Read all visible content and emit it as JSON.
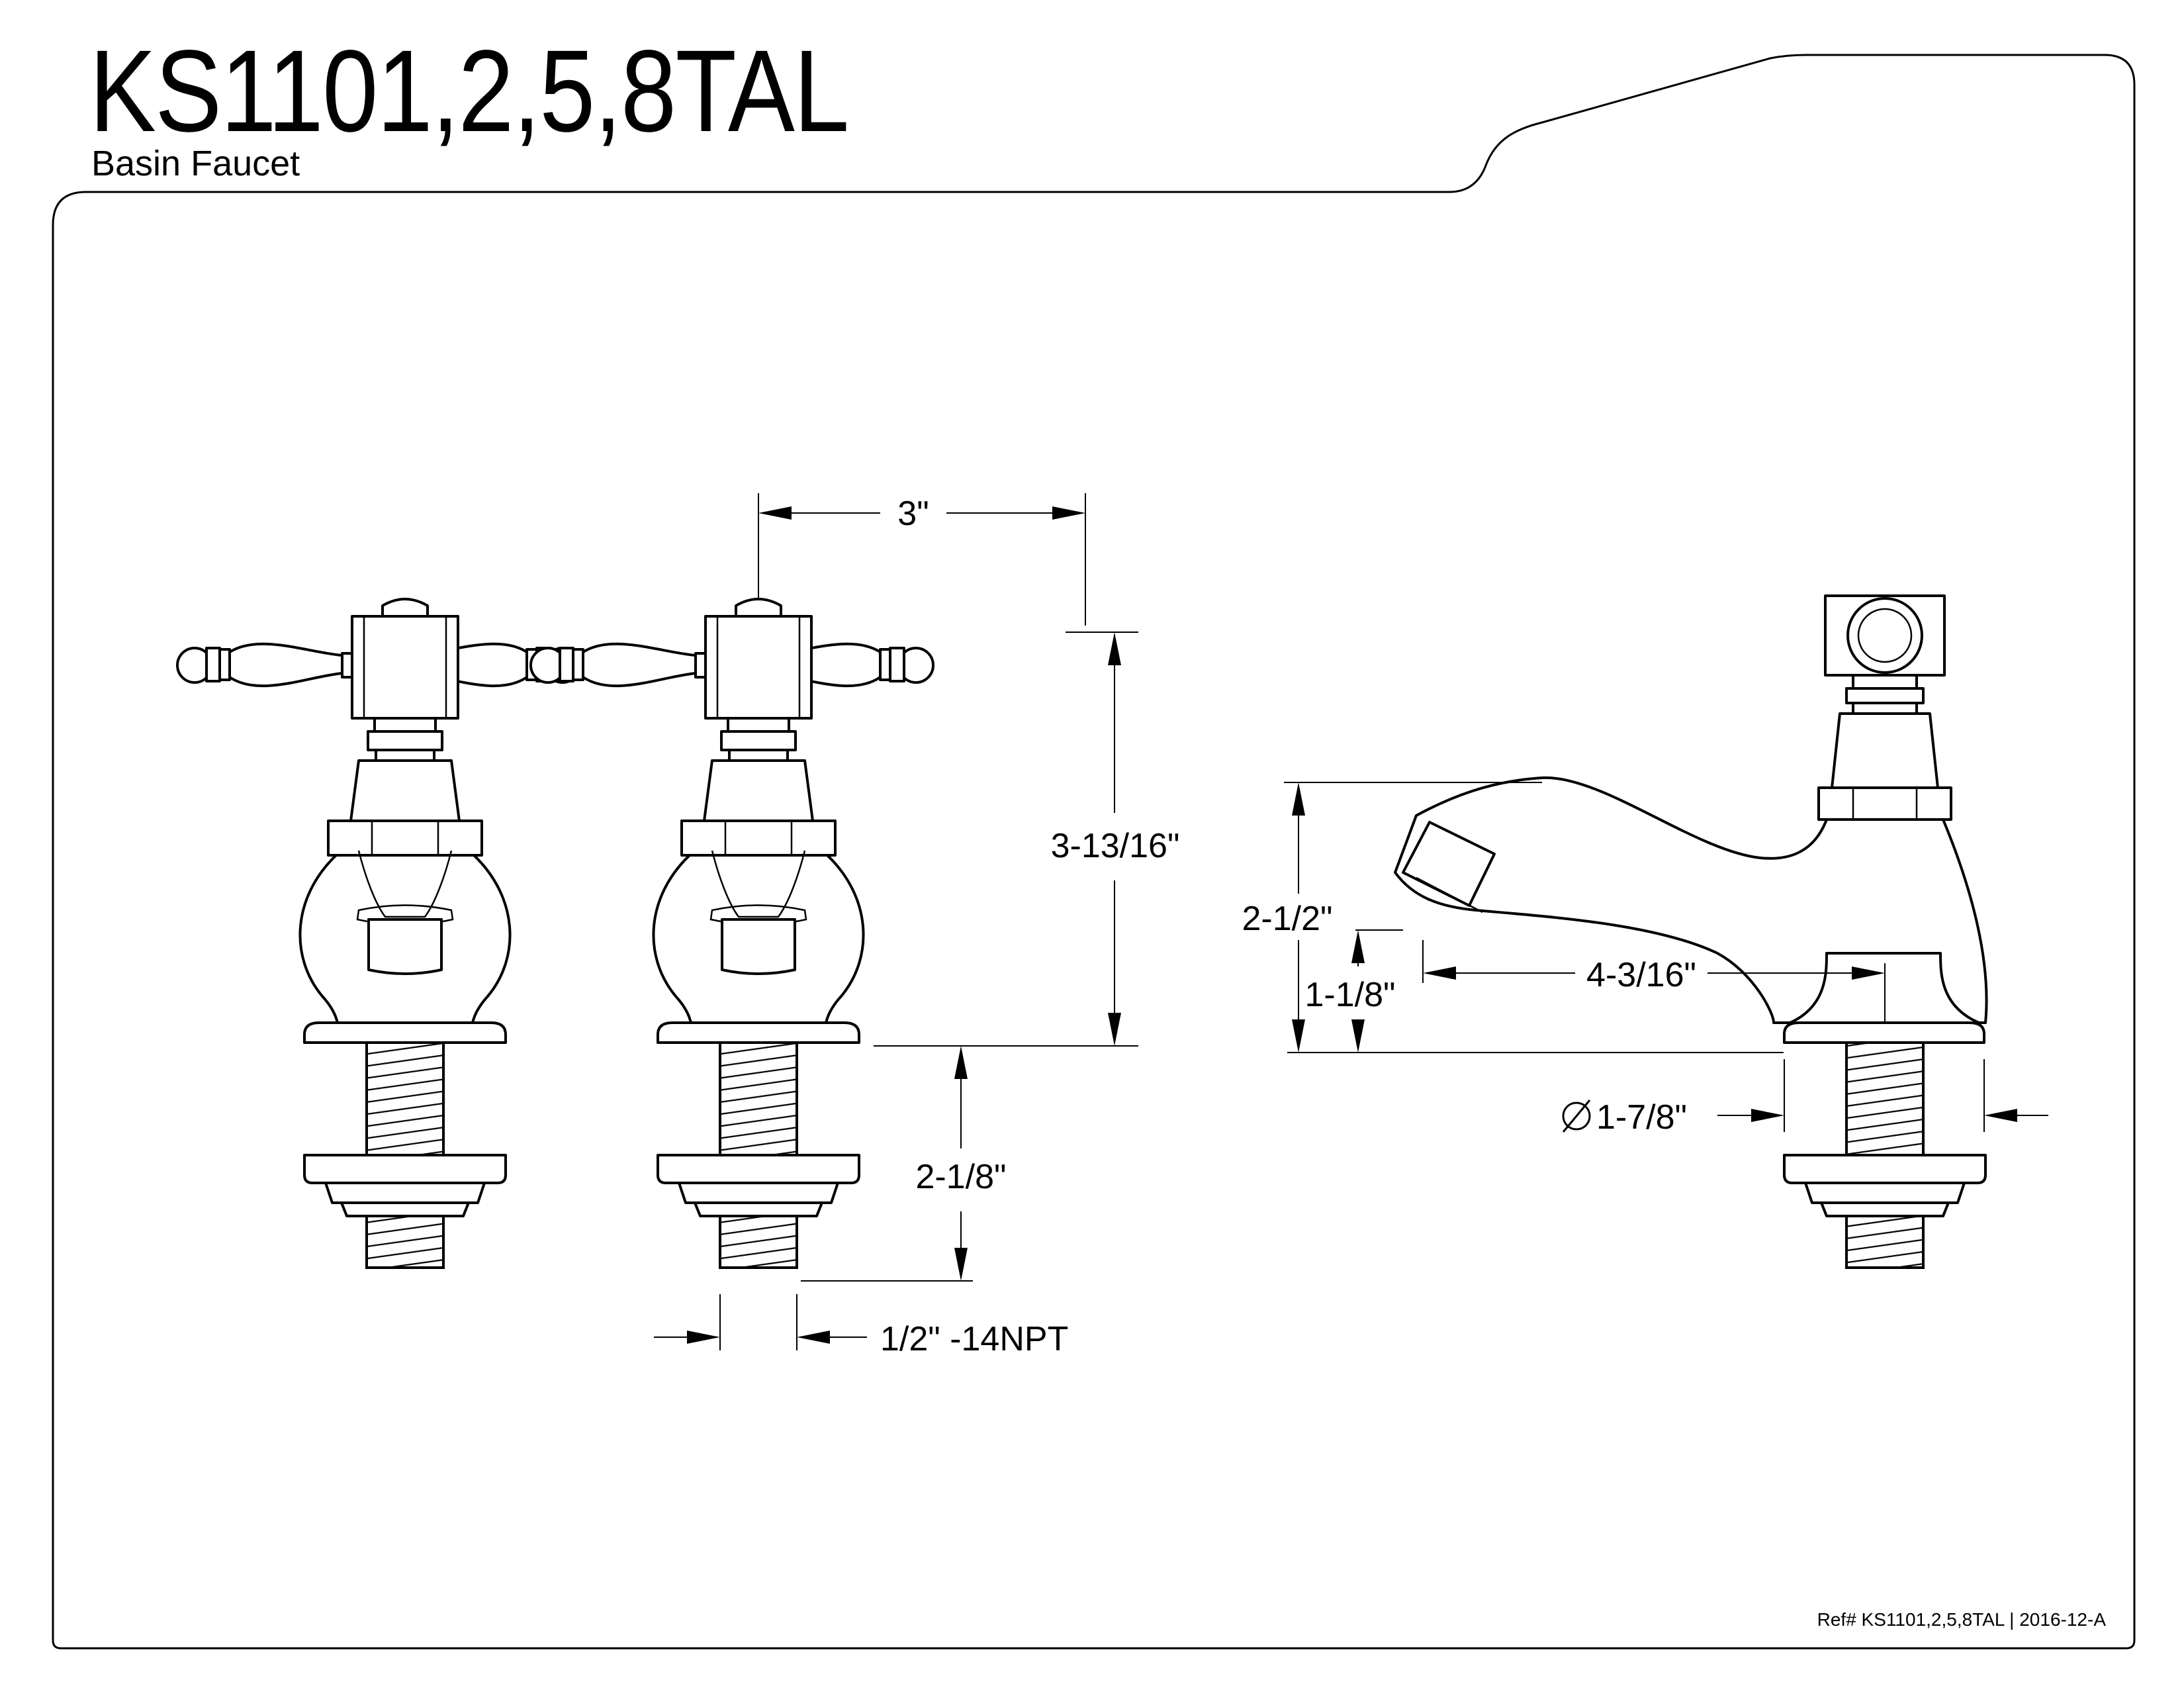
{
  "header": {
    "title": "KS1101,2,5,8TAL",
    "subtitle": "Basin Faucet"
  },
  "footer": {
    "ref": "Ref# KS1101,2,5,8TAL | 2016-12-A"
  },
  "dimensions": {
    "handle_span": "3\"",
    "valve_height": "3-13/16\"",
    "shank_length": "2-1/8\"",
    "thread": "1/2\" -14NPT",
    "spout_height": "2-1/2\"",
    "spout_clearance": "1-1/8\"",
    "spout_reach": "4-3/16\"",
    "base_diameter": "1-7/8\""
  }
}
